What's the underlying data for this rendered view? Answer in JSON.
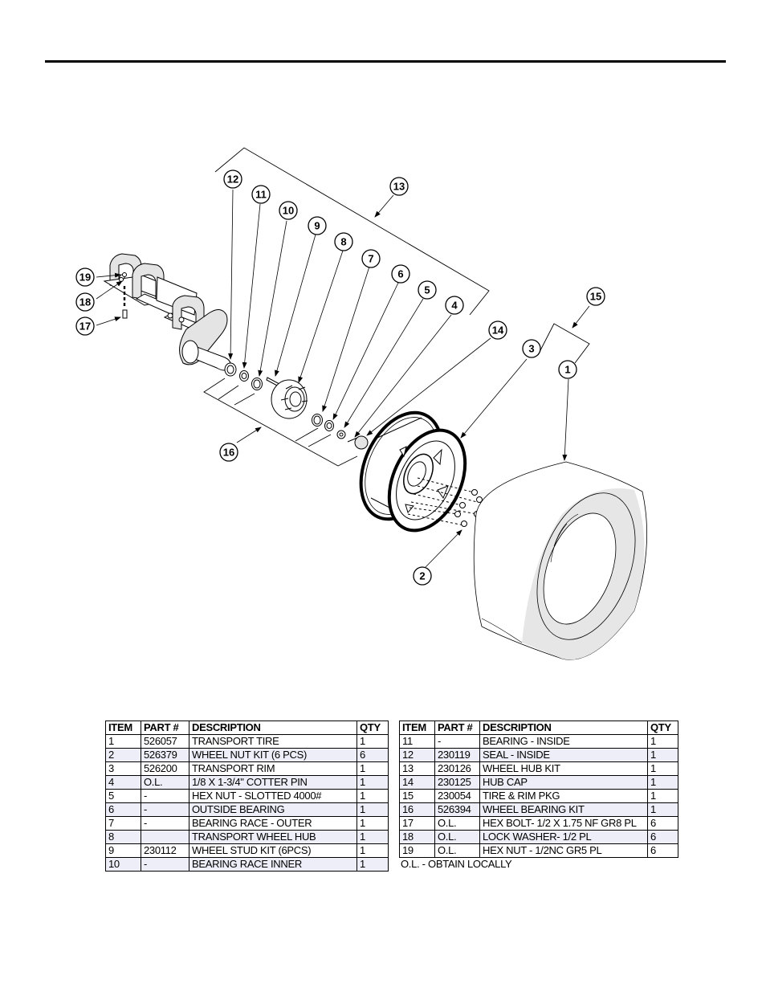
{
  "diagram": {
    "title": "Transport wheel and hub assembly - exploded view",
    "callouts": [
      "1",
      "2",
      "3",
      "4",
      "5",
      "6",
      "7",
      "8",
      "9",
      "10",
      "11",
      "12",
      "13",
      "14",
      "15",
      "16",
      "17",
      "18",
      "19"
    ]
  },
  "parts_table_left": {
    "headers": [
      "ITEM",
      "PART #",
      "DESCRIPTION",
      "QTY"
    ],
    "rows": [
      {
        "item": "1",
        "part": "526057",
        "description": "TRANSPORT TIRE",
        "qty": "1"
      },
      {
        "item": "2",
        "part": "526379",
        "description": "WHEEL NUT KIT (6 PCS)",
        "qty": "6"
      },
      {
        "item": "3",
        "part": "526200",
        "description": "TRANSPORT RIM",
        "qty": "1"
      },
      {
        "item": "4",
        "part": "O.L.",
        "description": "1/8 X 1-3/4\" COTTER PIN",
        "qty": "1"
      },
      {
        "item": "5",
        "part": "-",
        "description": "HEX NUT - SLOTTED 4000#",
        "qty": "1"
      },
      {
        "item": "6",
        "part": "-",
        "description": "OUTSIDE BEARING",
        "qty": "1"
      },
      {
        "item": "7",
        "part": "-",
        "description": "BEARING RACE - OUTER",
        "qty": "1"
      },
      {
        "item": "8",
        "part": "",
        "description": "TRANSPORT WHEEL HUB",
        "qty": "1"
      },
      {
        "item": "9",
        "part": "230112",
        "description": "WHEEL STUD KIT (6PCS)",
        "qty": "1"
      },
      {
        "item": "10",
        "part": "-",
        "description": "BEARING RACE INNER",
        "qty": "1"
      }
    ]
  },
  "parts_table_right": {
    "headers": [
      "ITEM",
      "PART #",
      "DESCRIPTION",
      "QTY"
    ],
    "rows": [
      {
        "item": "11",
        "part": "-",
        "description": "BEARING - INSIDE",
        "qty": "1"
      },
      {
        "item": "12",
        "part": "230119",
        "description": "SEAL - INSIDE",
        "qty": "1"
      },
      {
        "item": "13",
        "part": "230126",
        "description": "WHEEL HUB KIT",
        "qty": "1"
      },
      {
        "item": "14",
        "part": "230125",
        "description": "HUB CAP",
        "qty": "1"
      },
      {
        "item": "15",
        "part": "230054",
        "description": "TIRE & RIM PKG",
        "qty": "1"
      },
      {
        "item": "16",
        "part": "526394",
        "description": "WHEEL BEARING KIT",
        "qty": "1"
      },
      {
        "item": "17",
        "part": "O.L.",
        "description": "HEX BOLT- 1/2 X 1.75 NF GR8 PL",
        "qty": "6"
      },
      {
        "item": "18",
        "part": "O.L.",
        "description": "LOCK WASHER- 1/2 PL",
        "qty": "6"
      },
      {
        "item": "19",
        "part": "O.L.",
        "description": "HEX NUT - 1/2NC GR5 PL",
        "qty": "6"
      }
    ]
  },
  "footnote": "O.L. - OBTAIN LOCALLY",
  "colors": {
    "alt_row": "#eeeef8",
    "line": "#000000",
    "shade": "#e4e4e4"
  }
}
